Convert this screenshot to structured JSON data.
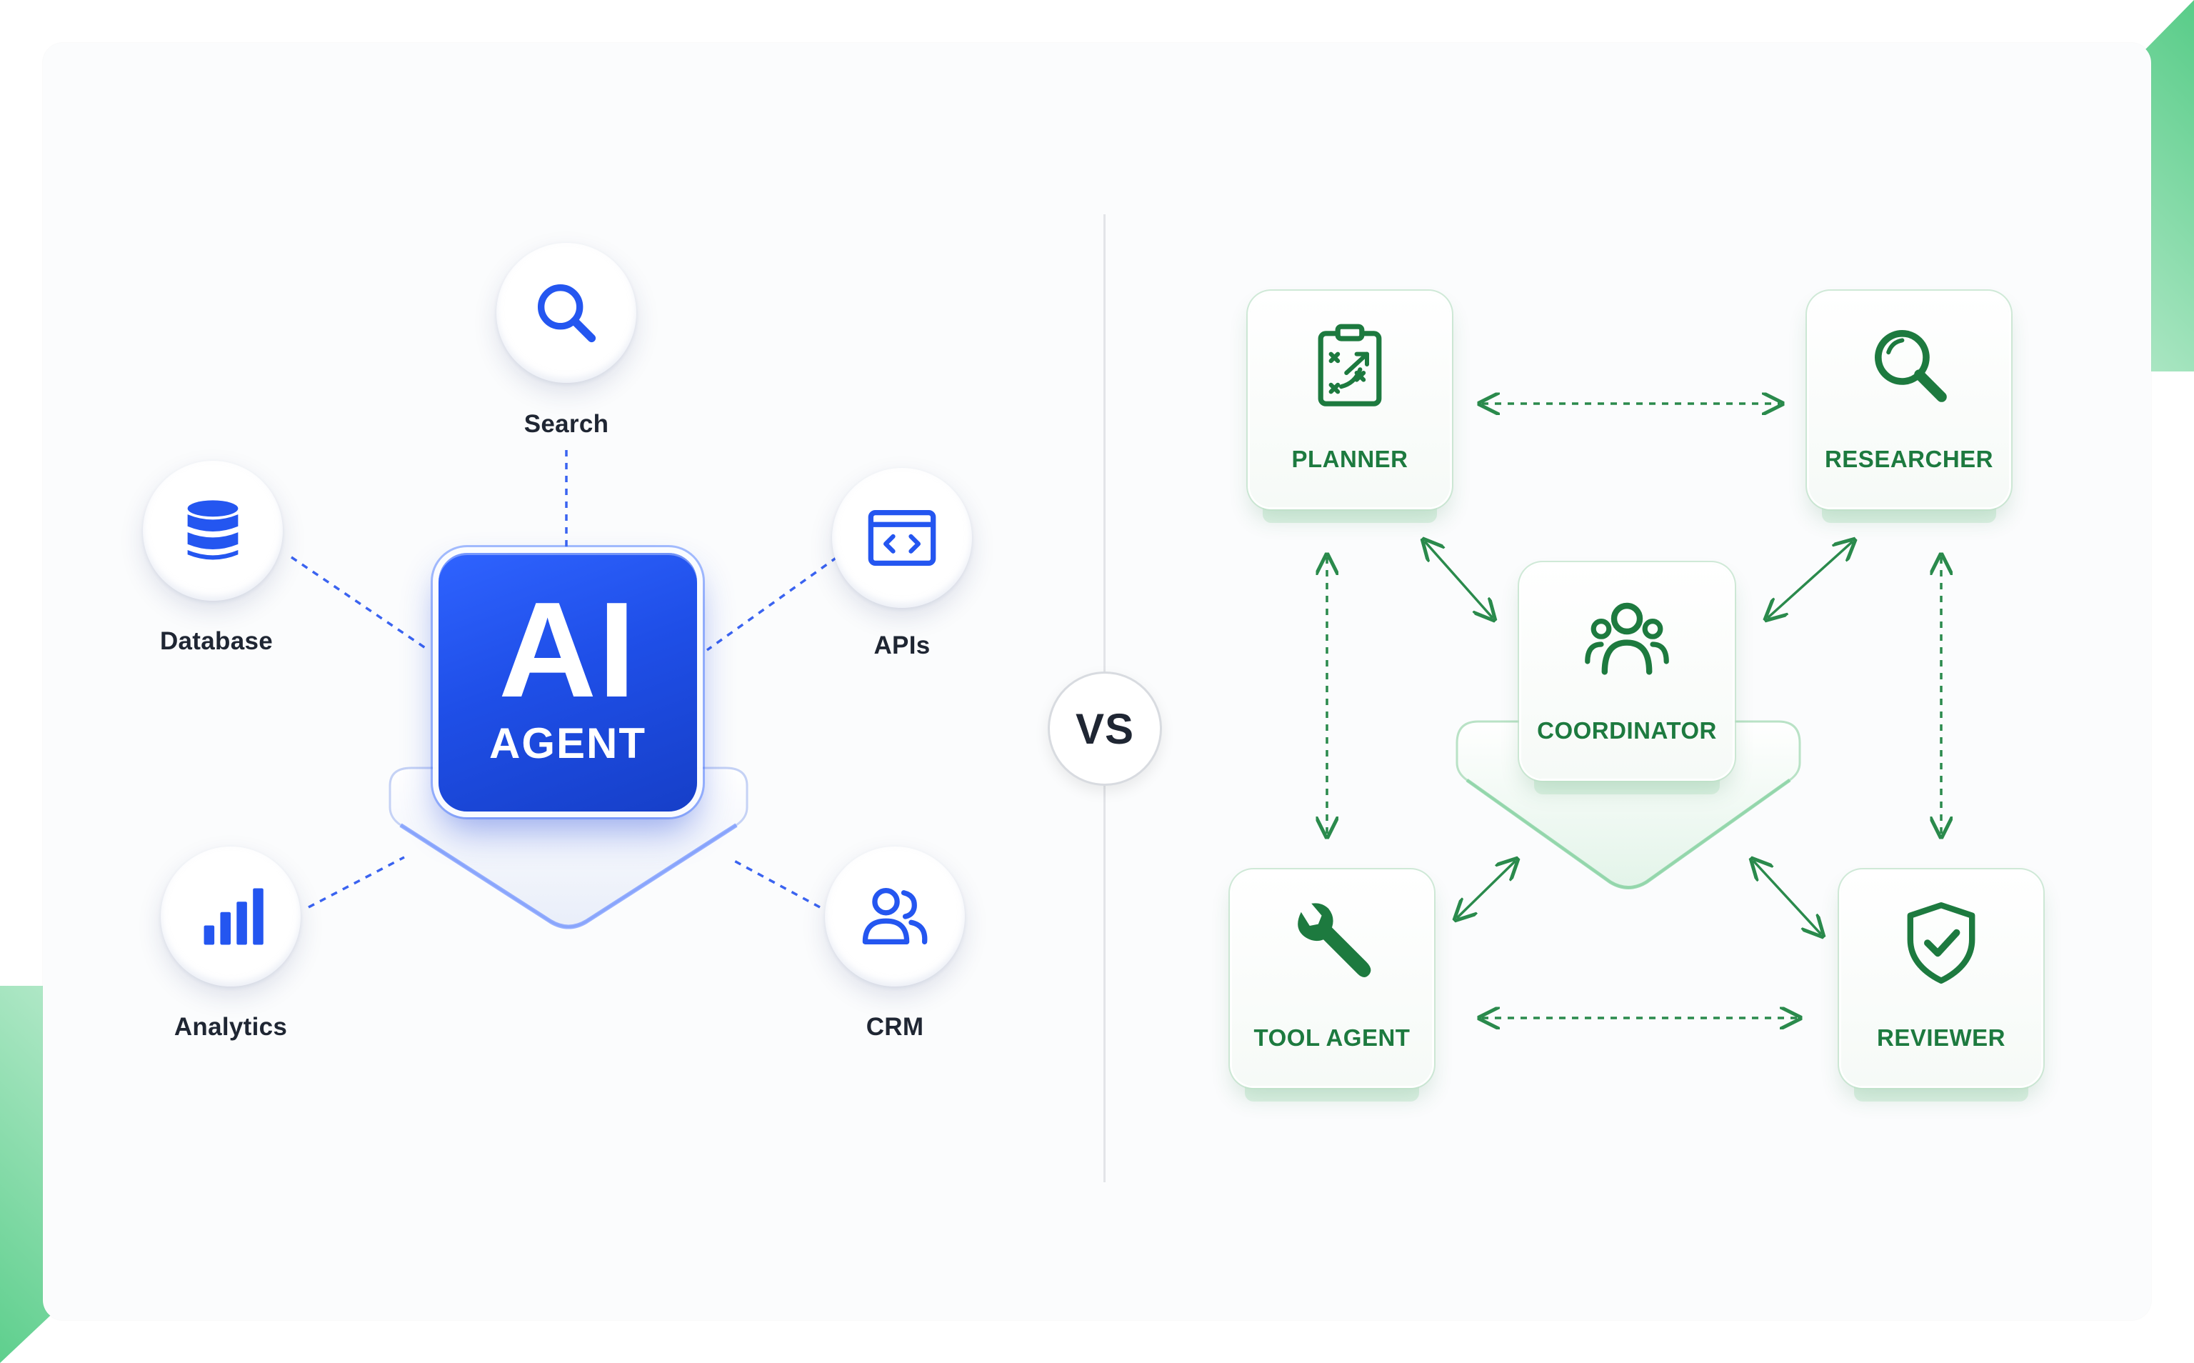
{
  "single_agent": {
    "core": {
      "line1": "AI",
      "line2": "AGENT"
    },
    "tools": [
      {
        "label": "Search",
        "icon": "search-icon"
      },
      {
        "label": "Database",
        "icon": "database-icon"
      },
      {
        "label": "APIs",
        "icon": "code-window-icon"
      },
      {
        "label": "Analytics",
        "icon": "bar-chart-icon"
      },
      {
        "label": "CRM",
        "icon": "users-icon"
      }
    ]
  },
  "versus": "VS",
  "multi_agent": {
    "agents": [
      {
        "label": "PLANNER",
        "icon": "clipboard-strategy-icon"
      },
      {
        "label": "RESEARCHER",
        "icon": "magnifier-icon"
      },
      {
        "label": "COORDINATOR",
        "icon": "team-icon"
      },
      {
        "label": "TOOL AGENT",
        "icon": "wrench-icon"
      },
      {
        "label": "REVIEWER",
        "icon": "shield-check-icon"
      }
    ]
  },
  "colors": {
    "blue_accent": "#1f4fe8",
    "blue_icon": "#2456f0",
    "green_accent": "#1d7a3f",
    "green_arrow": "#2a8a4c",
    "green_corner": "#6fd497",
    "text_dark": "#1f2633"
  }
}
